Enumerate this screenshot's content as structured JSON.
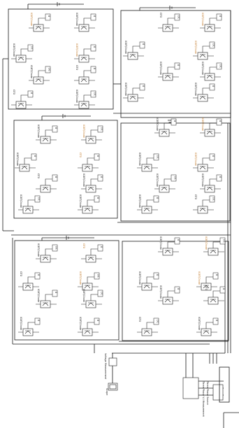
{
  "colors": {
    "wire": "#1a1a1a",
    "accent_label": "#c27a2a",
    "background": "#ffffff"
  },
  "labels": {
    "source_main": "Three-Phase V-I Measurement",
    "source_sub": "Three-Phase Source",
    "scope_block": "Voltage Measurement",
    "scope": "Scope",
    "gate_tag": "g",
    "dc_tag": "DC",
    "thyristor_tag": "IGBT/Diode",
    "gto_tag": "GTO"
  }
}
